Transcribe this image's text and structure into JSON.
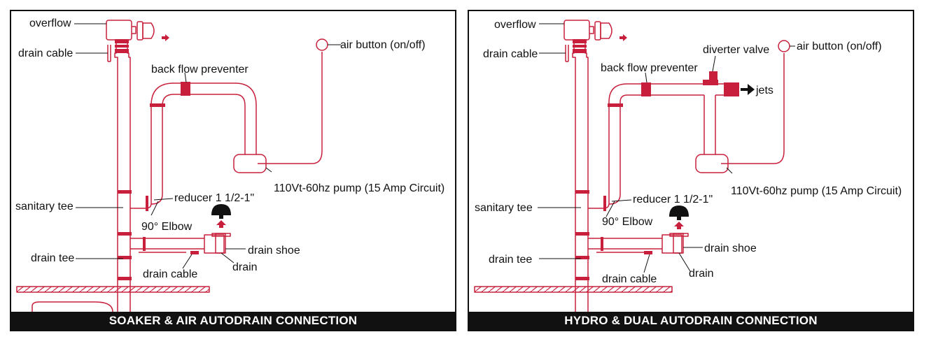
{
  "colors": {
    "pipe": "#c8203c",
    "line": "#111111",
    "fill": "#ffffff"
  },
  "left": {
    "caption": "SOAKER & AIR AUTODRAIN CONNECTION",
    "labels": {
      "overflow": "overflow",
      "drain_cable_top": "drain cable",
      "back_flow": "back flow preventer",
      "air_button": "air button (on/off)",
      "pump": "110Vt-60hz pump (15 Amp Circuit)",
      "sanitary_tee": "sanitary tee",
      "reducer": "reducer 1 1/2-1\"",
      "elbow": "90° Elbow",
      "drain_shoe": "drain shoe",
      "drain_tee": "drain tee",
      "drain": "drain",
      "drain_cable_bottom": "drain cable"
    }
  },
  "right": {
    "caption": "HYDRO & DUAL AUTODRAIN CONNECTION",
    "labels": {
      "overflow": "overflow",
      "drain_cable_top": "drain cable",
      "diverter": "diverter valve",
      "air_button": "air button (on/off)",
      "back_flow": "back flow preventer",
      "jets": "jets",
      "pump": "110Vt-60hz pump (15 Amp Circuit)",
      "sanitary_tee": "sanitary tee",
      "reducer": "reducer 1 1/2-1\"",
      "elbow": "90° Elbow",
      "drain_shoe": "drain shoe",
      "drain_tee": "drain tee",
      "drain": "drain",
      "drain_cable_bottom": "drain cable"
    }
  }
}
